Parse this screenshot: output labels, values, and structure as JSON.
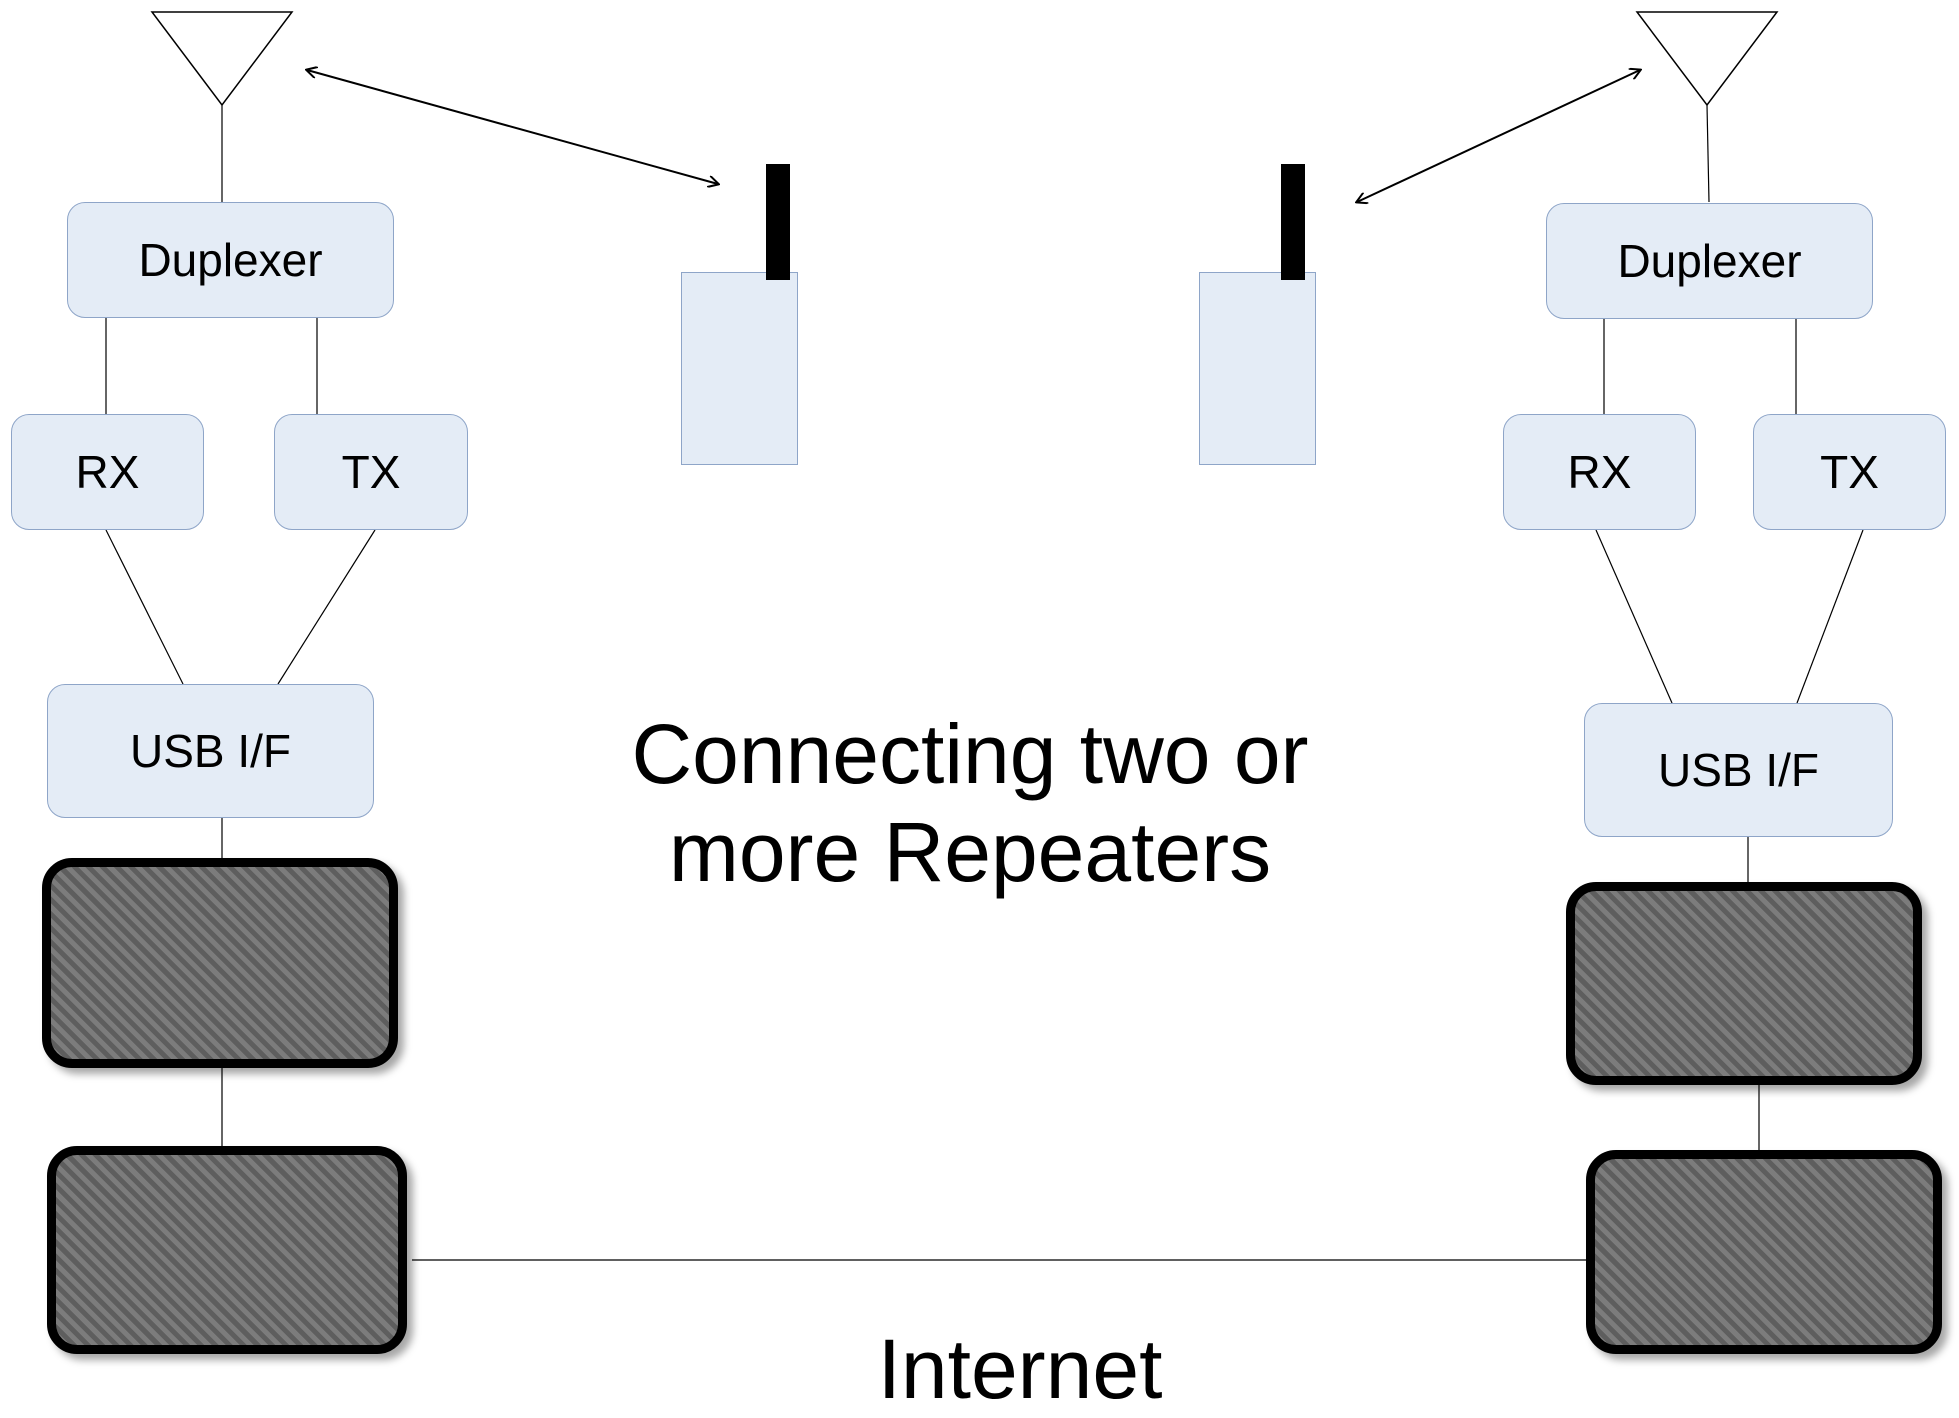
{
  "diagram": {
    "title_lines": [
      "Connecting two or",
      "more Repeaters"
    ],
    "internet_label": "Internet",
    "left_repeater": {
      "duplexer": "Duplexer",
      "rx": "RX",
      "tx": "TX",
      "usb": "USB I/F"
    },
    "right_repeater": {
      "duplexer": "Duplexer",
      "rx": "RX",
      "tx": "TX",
      "usb": "USB I/F"
    }
  },
  "colors": {
    "box_fill": "#e4ecf6",
    "box_border": "#8ea5c8",
    "computer_fill": "#6a6a6a",
    "line": "#000000"
  },
  "icons": [
    "antenna-icon",
    "handheld-radio-icon",
    "computer-icon"
  ]
}
